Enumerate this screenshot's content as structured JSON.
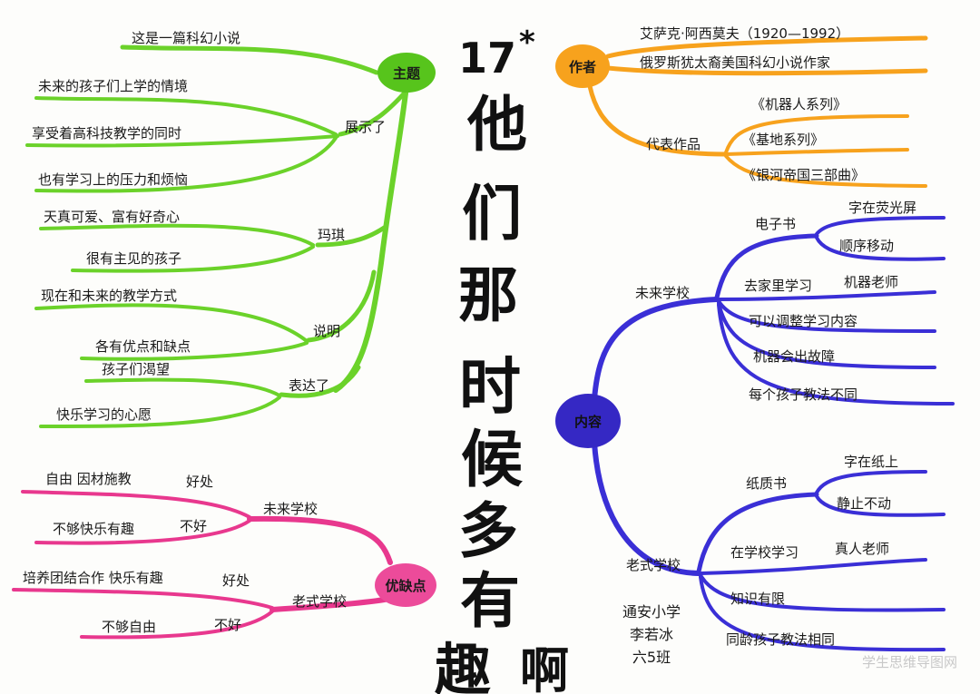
{
  "title": {
    "number": "17",
    "mark": "*",
    "chars": [
      "他",
      "们",
      "那",
      "时",
      "候",
      "多",
      "有",
      "趣",
      "啊"
    ]
  },
  "colors": {
    "green": "#6bd22a",
    "green_node": "#57c41c",
    "orange": "#f7a21d",
    "blue": "#3a2fd6",
    "blue_node": "#3528c4",
    "pink": "#e8388e",
    "pink_node": "#ec4b9a"
  },
  "theme": {
    "node": "主题",
    "leaf_top": "这是一篇科幻小说",
    "show_label": "展示了",
    "show_items": [
      "未来的孩子们上学的情境",
      "享受着高科技教学的同时",
      "也有学习上的压力和烦恼"
    ],
    "maqi_label": "玛琪",
    "maqi_items": [
      "天真可爱、富有好奇心",
      "很有主见的孩子"
    ],
    "explain_label": "说明",
    "explain_items": [
      "现在和未来的教学方式",
      "各有优点和缺点"
    ],
    "express_label": "表达了",
    "express_items": [
      "孩子们渴望",
      "快乐学习的心愿"
    ]
  },
  "author": {
    "node": "作者",
    "items": [
      "艾萨克·阿西莫夫（1920—1992）",
      "俄罗斯犹太裔美国科幻小说作家"
    ],
    "works_label": "代表作品",
    "works": [
      "《机器人系列》",
      "《基地系列》",
      "《银河帝国三部曲》"
    ]
  },
  "content": {
    "node": "内容",
    "future_label": "未来学校",
    "ebook_label": "电子书",
    "ebook_items": [
      "字在荧光屏",
      "顺序移动"
    ],
    "home_label": "去家里学习",
    "home_item": "机器老师",
    "future_items": [
      "可以调整学习内容",
      "机器会出故障",
      "每个孩子教法不同"
    ],
    "old_label": "老式学校",
    "paper_label": "纸质书",
    "paper_items": [
      "字在纸上",
      "静止不动"
    ],
    "school_label": "在学校学习",
    "school_item": "真人老师",
    "old_items": [
      "知识有限",
      "同龄孩子教法相同"
    ]
  },
  "pros_cons": {
    "node": "优缺点",
    "future_label": "未来学校",
    "future_good": "自由  因材施教",
    "future_good_tag": "好处",
    "future_bad": "不够快乐有趣",
    "future_bad_tag": "不好",
    "old_label": "老式学校",
    "old_good": "培养团结合作  快乐有趣",
    "old_good_tag": "好处",
    "old_bad": "不够自由",
    "old_bad_tag": "不好"
  },
  "signature": [
    "通安小学",
    "李若冰",
    "六5班"
  ],
  "watermark": "学生思维导图网"
}
